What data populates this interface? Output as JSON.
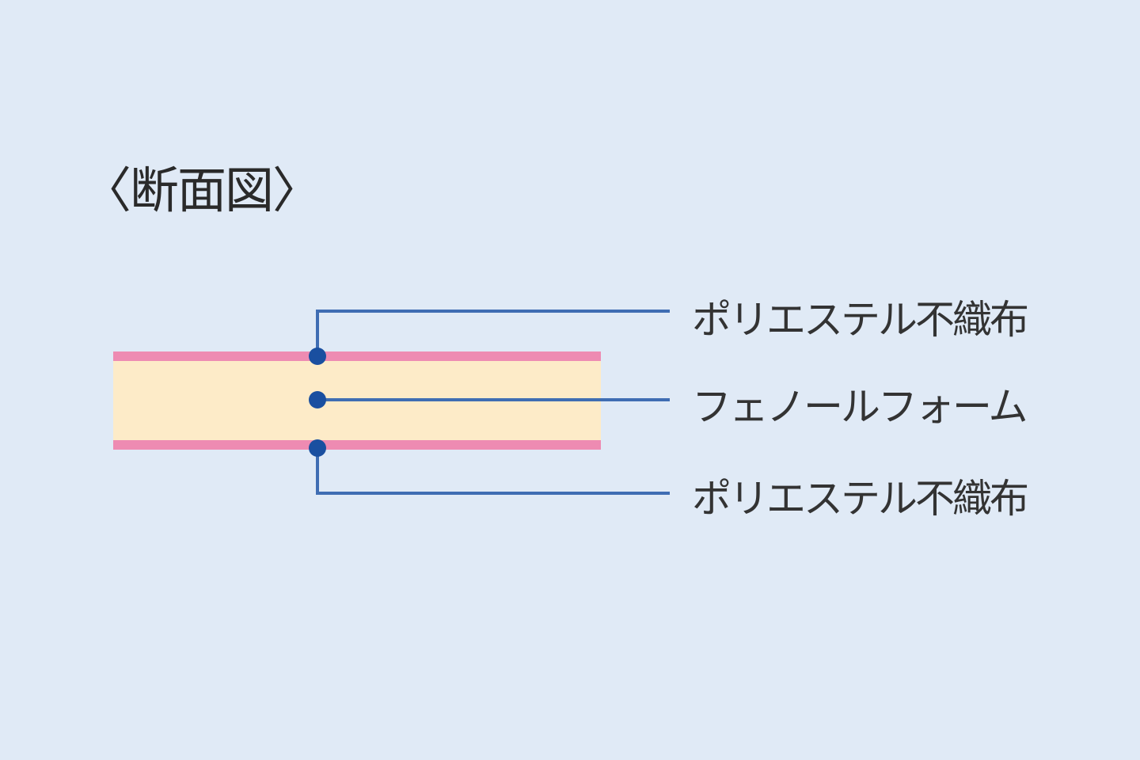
{
  "title": "〈断面図〉",
  "layers": {
    "top": "ポリエステル不織布",
    "middle": "フェノールフォーム",
    "bottom": "ポリエステル不織布"
  },
  "colors": {
    "background": "#e0eaf6",
    "facing": "#ee8bb2",
    "core": "#fdebc8",
    "leader": "#3f6db3",
    "dot": "#1a4fa0"
  }
}
